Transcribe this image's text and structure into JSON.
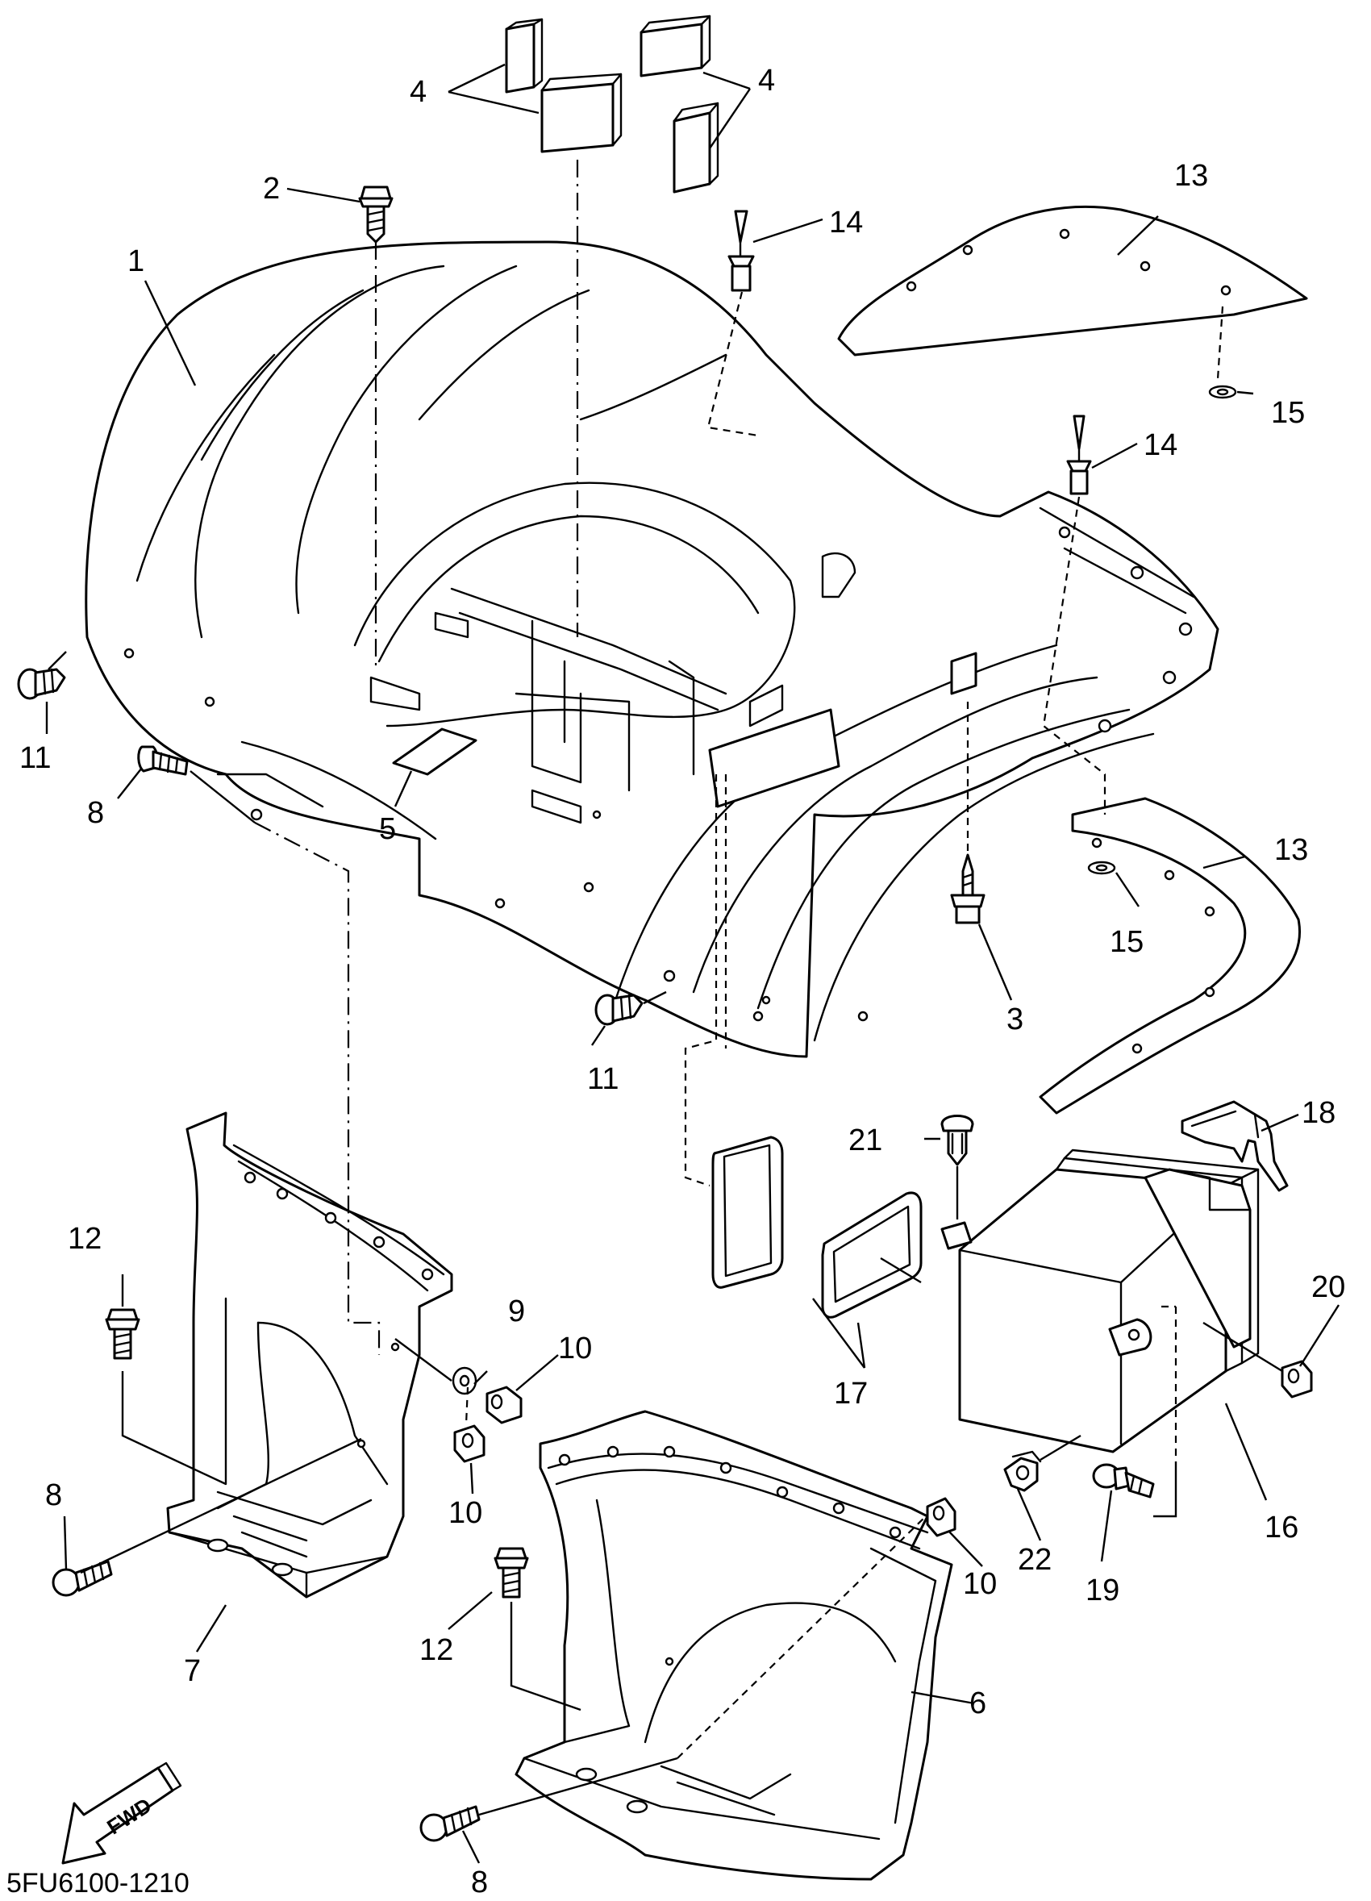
{
  "diagram_code": "5FU6100-1210",
  "fwd_label": "FWD",
  "callouts": {
    "c1": "1",
    "c2": "2",
    "c3": "3",
    "c4a": "4",
    "c4b": "4",
    "c5": "5",
    "c6": "6",
    "c7": "7",
    "c8a": "8",
    "c8b": "8",
    "c8c": "8",
    "c9": "9",
    "c10a": "10",
    "c10b": "10",
    "c10c": "10",
    "c11a": "11",
    "c11b": "11",
    "c12a": "12",
    "c12b": "12",
    "c13a": "13",
    "c13b": "13",
    "c14a": "14",
    "c14b": "14",
    "c15a": "15",
    "c15b": "15",
    "c16": "16",
    "c17": "17",
    "c18": "18",
    "c19": "19",
    "c20": "20",
    "c21": "21",
    "c22": "22"
  },
  "icons": {
    "fwd_arrow": "fwd-arrow-icon"
  }
}
